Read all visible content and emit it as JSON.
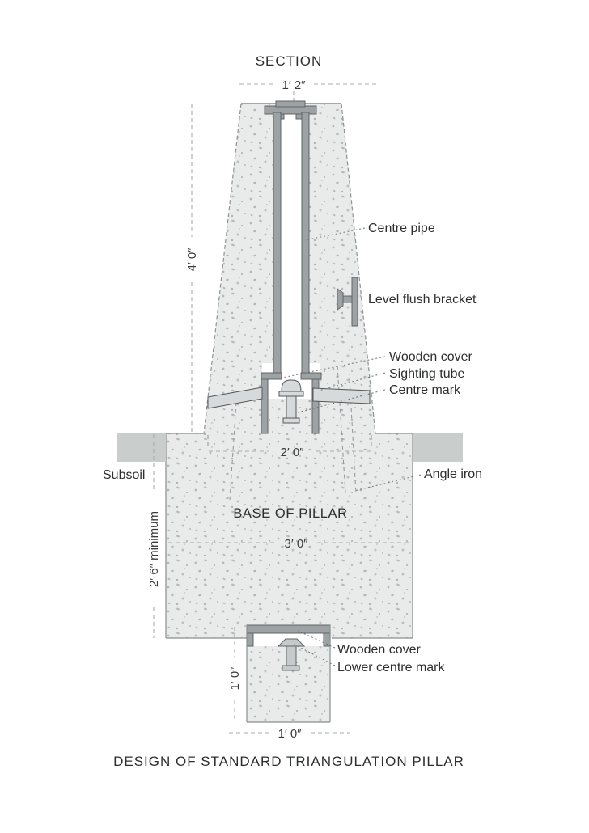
{
  "diagram": {
    "title_top": "SECTION",
    "title_bottom": "DESIGN OF STANDARD TRIANGULATION PILLAR",
    "base_label": "BASE OF PILLAR",
    "labels": {
      "centre_pipe": "Centre pipe",
      "level_flush_bracket": "Level flush bracket",
      "wooden_cover_upper": "Wooden cover",
      "sighting_tube": "Sighting tube",
      "centre_mark": "Centre mark",
      "subsoil": "Subsoil",
      "angle_iron": "Angle iron",
      "wooden_cover_lower": "Wooden cover",
      "lower_centre_mark": "Lower centre mark"
    },
    "dimensions": {
      "pillar_top_width": "1′ 2″",
      "pillar_height": "4′ 0″",
      "pillar_base_width": "2′ 0″",
      "foundation_width": "3′ 0″",
      "foundation_depth": "2′ 6″ minimum",
      "lower_block_height": "1′ 0″",
      "lower_block_width": "1′ 0″"
    },
    "colors": {
      "background": "#ffffff",
      "concrete_fill": "#e9ebea",
      "concrete_speckle": "#b3b8b8",
      "metal_gray": "#9da3a5",
      "fitting_light_gray": "#d7dada",
      "subsoil_gray": "#c9cdcc",
      "dim_line_gray": "#a8acac",
      "text_color": "#2d2f2f"
    }
  }
}
